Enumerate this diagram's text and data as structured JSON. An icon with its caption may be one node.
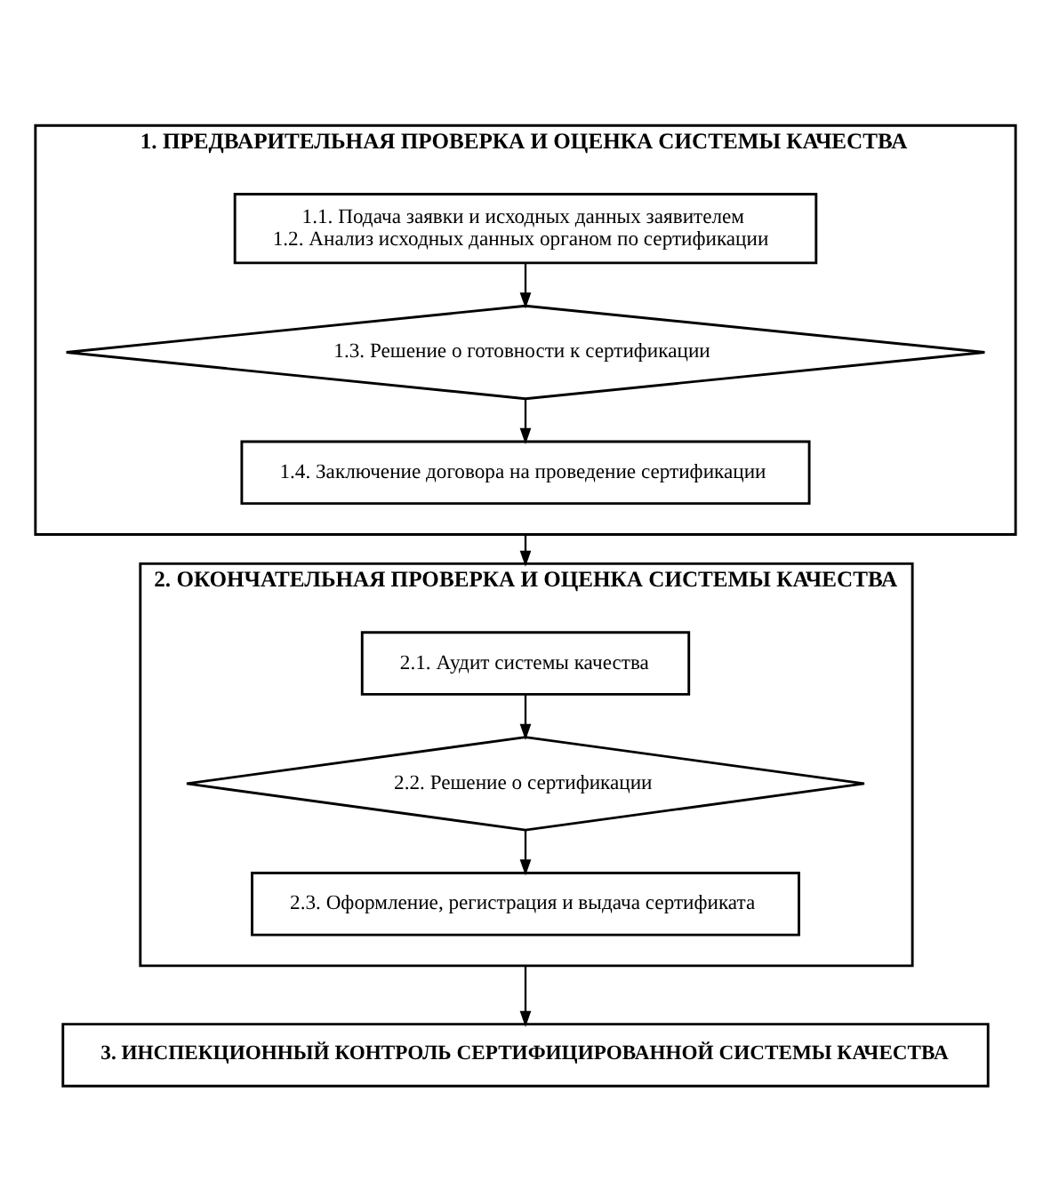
{
  "diagram": {
    "nodes": [
      {
        "text": [
          "1. ПРЕДВАРИТЕЛЬНАЯ ПРОВЕРКА И ОЦЕНКА СИСТЕМЫ КАЧЕСТВА"
        ]
      },
      {
        "text": [
          "1.1. Подача заявки и исходных данных заявителем",
          "1.2. Анализ исходных данных органом по сертификации"
        ],
        "in": 0
      },
      {
        "text": [
          "1.3. Решение о готовности к сертификации"
        ],
        "in": 0
      },
      {
        "text": [
          "1.4. Заключение договора на проведение сертификации"
        ],
        "in": 0
      },
      {
        "text": [
          "2. ОКОНЧАТЕЛЬНАЯ ПРОВЕРКА И ОЦЕНКА СИСТЕМЫ КАЧЕСТВА"
        ]
      },
      {
        "text": [
          "2.1. Аудит системы качества"
        ],
        "in": 4
      },
      {
        "text": [
          "2.2. Решение о сертификации"
        ],
        "in": 4
      },
      {
        "text": [
          "2.3. Оформление, регистрация и выдача сертификата"
        ],
        "in": 4
      },
      {
        "text": [
          "3. ИНСПЕКЦИОННЫЙ КОНТРОЛЬ СЕРТИФИЦИРОВАННОЙ СИСТЕМЫ КАЧЕСТВА"
        ]
      }
    ],
    "edges": [
      {
        "from": 1,
        "to": 2,
        "arrow": "to"
      },
      {
        "from": 2,
        "to": 3,
        "arrow": "to"
      },
      {
        "from": 0,
        "to": 4,
        "arrow": "to"
      },
      {
        "from": 5,
        "to": 6,
        "arrow": "to"
      },
      {
        "from": 6,
        "to": 7,
        "arrow": "to"
      },
      {
        "from": 4,
        "to": 8,
        "arrow": "to"
      }
    ]
  }
}
